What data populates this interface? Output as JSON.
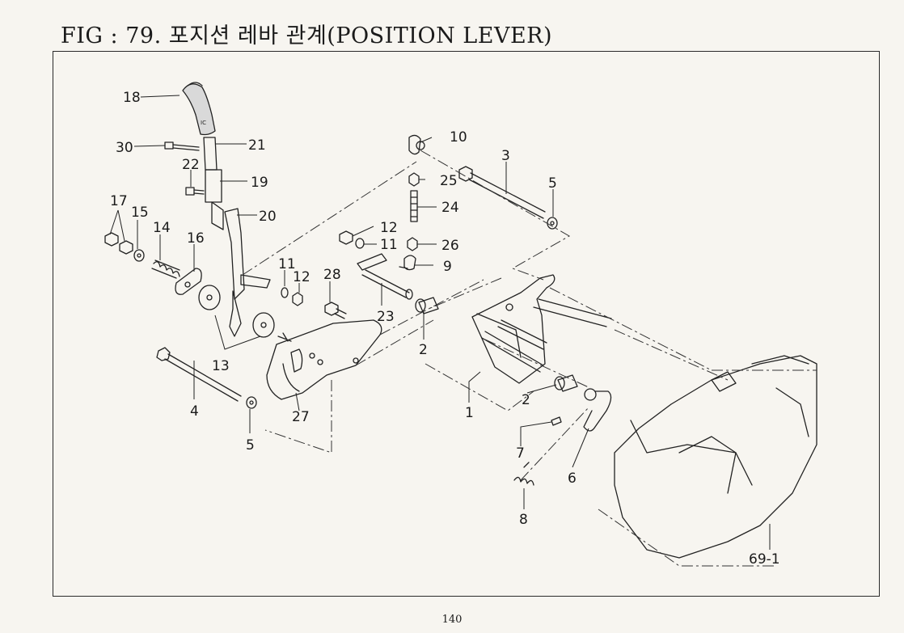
{
  "figure": {
    "title": "FIG : 79. 포지션 레바 관계(POSITION LEVER)",
    "page_number": "140"
  },
  "callouts": {
    "c18": "18",
    "c30": "30",
    "c21": "21",
    "c22": "22",
    "c19": "19",
    "c20": "20",
    "c17": "17",
    "c15": "15",
    "c14": "14",
    "c16": "16",
    "c11a": "11",
    "c12a": "12",
    "c28": "28",
    "c13": "13",
    "c4": "4",
    "c27": "27",
    "c5a": "5",
    "c10": "10",
    "c25": "25",
    "c24": "24",
    "c12b": "12",
    "c11b": "11",
    "c26": "26",
    "c9": "9",
    "c23": "23",
    "c3": "3",
    "c5b": "5",
    "c2a": "2",
    "c1": "1",
    "c2b": "2",
    "c7": "7",
    "c6": "6",
    "c8": "8",
    "c691": "69-1"
  }
}
